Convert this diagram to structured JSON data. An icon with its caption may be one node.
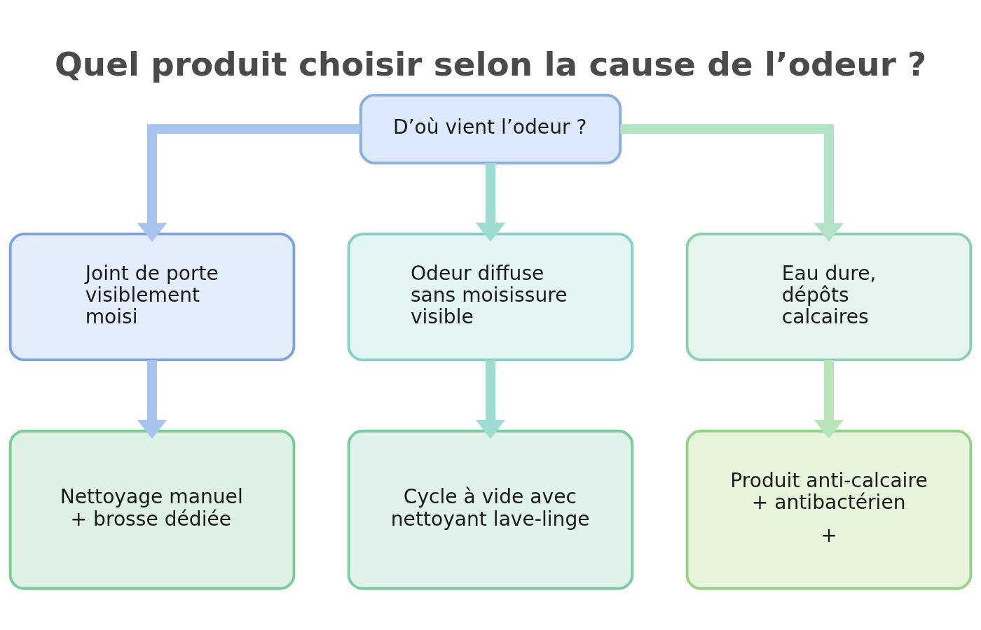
{
  "diagram": {
    "title": "Quel produit choisir selon la cause de l’odeur ?",
    "nodes": [
      {
        "text": [
          "D’où vient l’odeur ?"
        ]
      },
      {
        "text": [
          "Joint de porte visiblement moisi"
        ]
      },
      {
        "text": [
          "Odeur diffuse sans moisissure visible"
        ]
      },
      {
        "text": [
          "Eau dure, dépôts calcaires"
        ]
      },
      {
        "text": [
          "Nettoyage manuel + brosse dédiée"
        ]
      },
      {
        "text": [
          "Cycle à vide avec nettoyant lave-linge"
        ]
      },
      {
        "text": [
          "Produit anti-calcaire + antibactérien",
          "+"
        ]
      }
    ],
    "edges": [
      {
        "from": 0,
        "to": 1,
        "arrow": "to",
        "color": "#a8c3ee"
      },
      {
        "from": 0,
        "to": 2,
        "arrow": "to",
        "color": "#9ddbd3"
      },
      {
        "from": 0,
        "to": 3,
        "arrow": "to",
        "color": "#b3e3c5"
      },
      {
        "from": 1,
        "to": 4,
        "arrow": "to",
        "color": "#a8c3ee"
      },
      {
        "from": 2,
        "to": 5,
        "arrow": "to",
        "color": "#9ddbd3"
      },
      {
        "from": 3,
        "to": 6,
        "arrow": "to",
        "color": "#b7e4b8"
      }
    ]
  }
}
